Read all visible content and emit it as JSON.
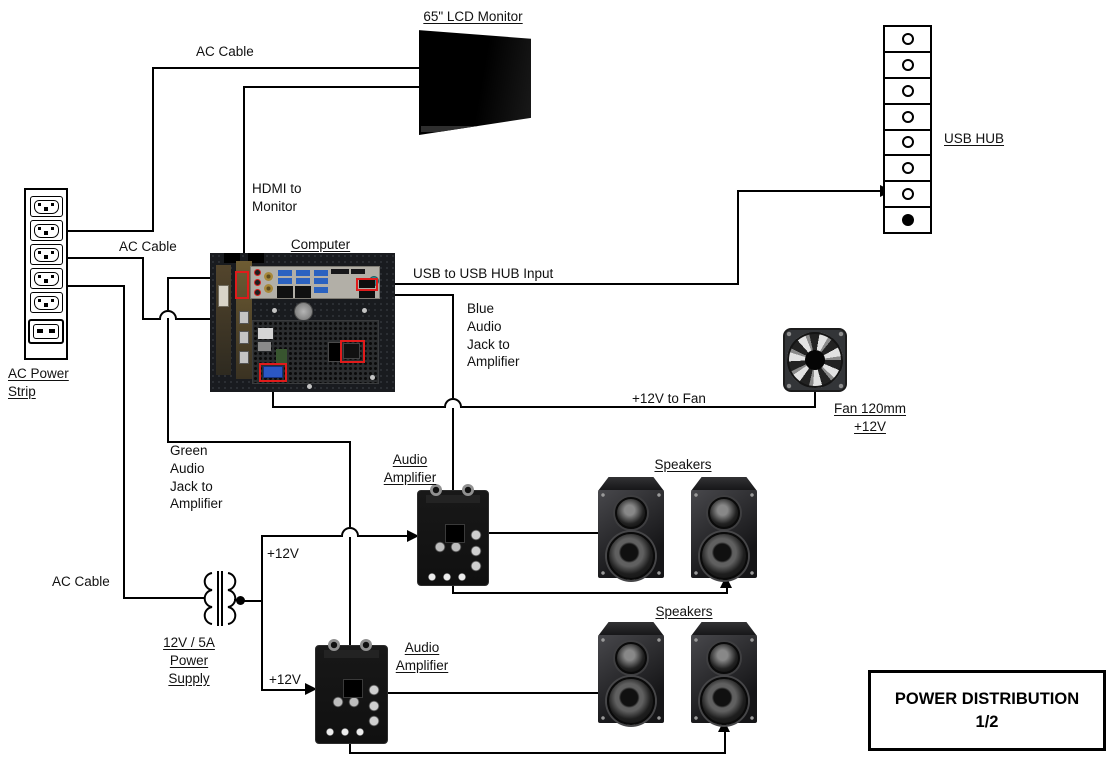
{
  "diagram_title": {
    "name": "POWER DISTRIBUTION",
    "page": "1/2"
  },
  "components": {
    "monitor": {
      "label": "65\" LCD Monitor"
    },
    "usb_hub": {
      "label": "USB HUB",
      "port_count": 8
    },
    "ac_power_strip": {
      "label": "AC Power\nStrip",
      "outlet_count": 6
    },
    "computer": {
      "label": "Computer"
    },
    "fan": {
      "label": "Fan 120mm\n+12V"
    },
    "audio_amplifier_1": {
      "label": "Audio\nAmplifier"
    },
    "audio_amplifier_2": {
      "label": "Audio\nAmplifier"
    },
    "speakers_1": {
      "label": "Speakers"
    },
    "speakers_2": {
      "label": "Speakers"
    },
    "power_supply_12v": {
      "label": "12V / 5A\nPower\nSupply"
    }
  },
  "cable_labels": {
    "ac_cable_to_monitor": "AC Cable",
    "ac_cable_to_computer": "AC Cable",
    "ac_cable_to_supply": "AC Cable",
    "hdmi": "HDMI to\nMonitor",
    "usb": "USB to USB HUB Input",
    "blue_audio": "Blue\nAudio\nJack to\nAmplifier",
    "green_audio": "Green\nAudio\nJack to\nAmplifier",
    "fan_power": "+12V to Fan",
    "amp1_power": "+12V",
    "amp2_power": "+12V"
  },
  "colors": {
    "wire": "#000000",
    "highlight_box": "#e01b1b",
    "background": "#ffffff"
  }
}
